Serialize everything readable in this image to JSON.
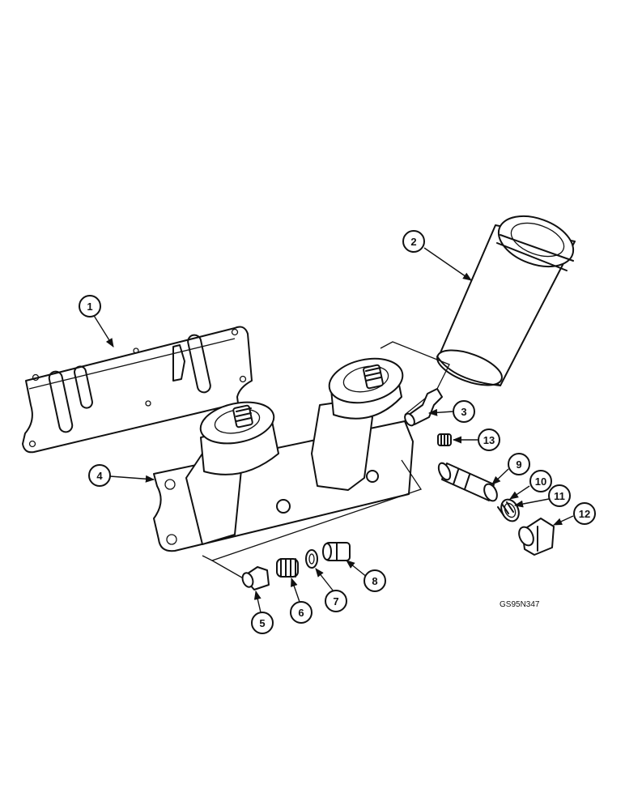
{
  "figure_code": "GS95N347",
  "callouts": [
    {
      "label": "1"
    },
    {
      "label": "2"
    },
    {
      "label": "3"
    },
    {
      "label": "4"
    },
    {
      "label": "5"
    },
    {
      "label": "6"
    },
    {
      "label": "7"
    },
    {
      "label": "8"
    },
    {
      "label": "9"
    },
    {
      "label": "10"
    },
    {
      "label": "11"
    },
    {
      "label": "12"
    },
    {
      "label": "13"
    }
  ]
}
